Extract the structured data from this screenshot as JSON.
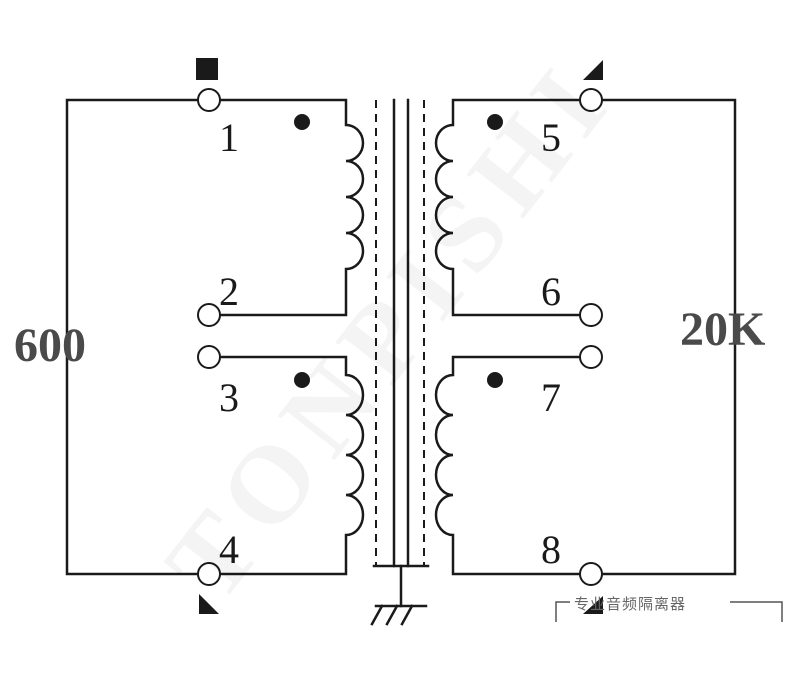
{
  "pins": [
    "1",
    "2",
    "3",
    "4",
    "5",
    "6",
    "7",
    "8"
  ],
  "impedance": {
    "primary": "600",
    "secondary": "20K"
  },
  "watermark": "TONPISHI",
  "caption": "专业音频隔离器",
  "colors": {
    "ink": "#1a1a1a",
    "label_gray": "#4a4a4a",
    "bg": "#ffffff"
  }
}
